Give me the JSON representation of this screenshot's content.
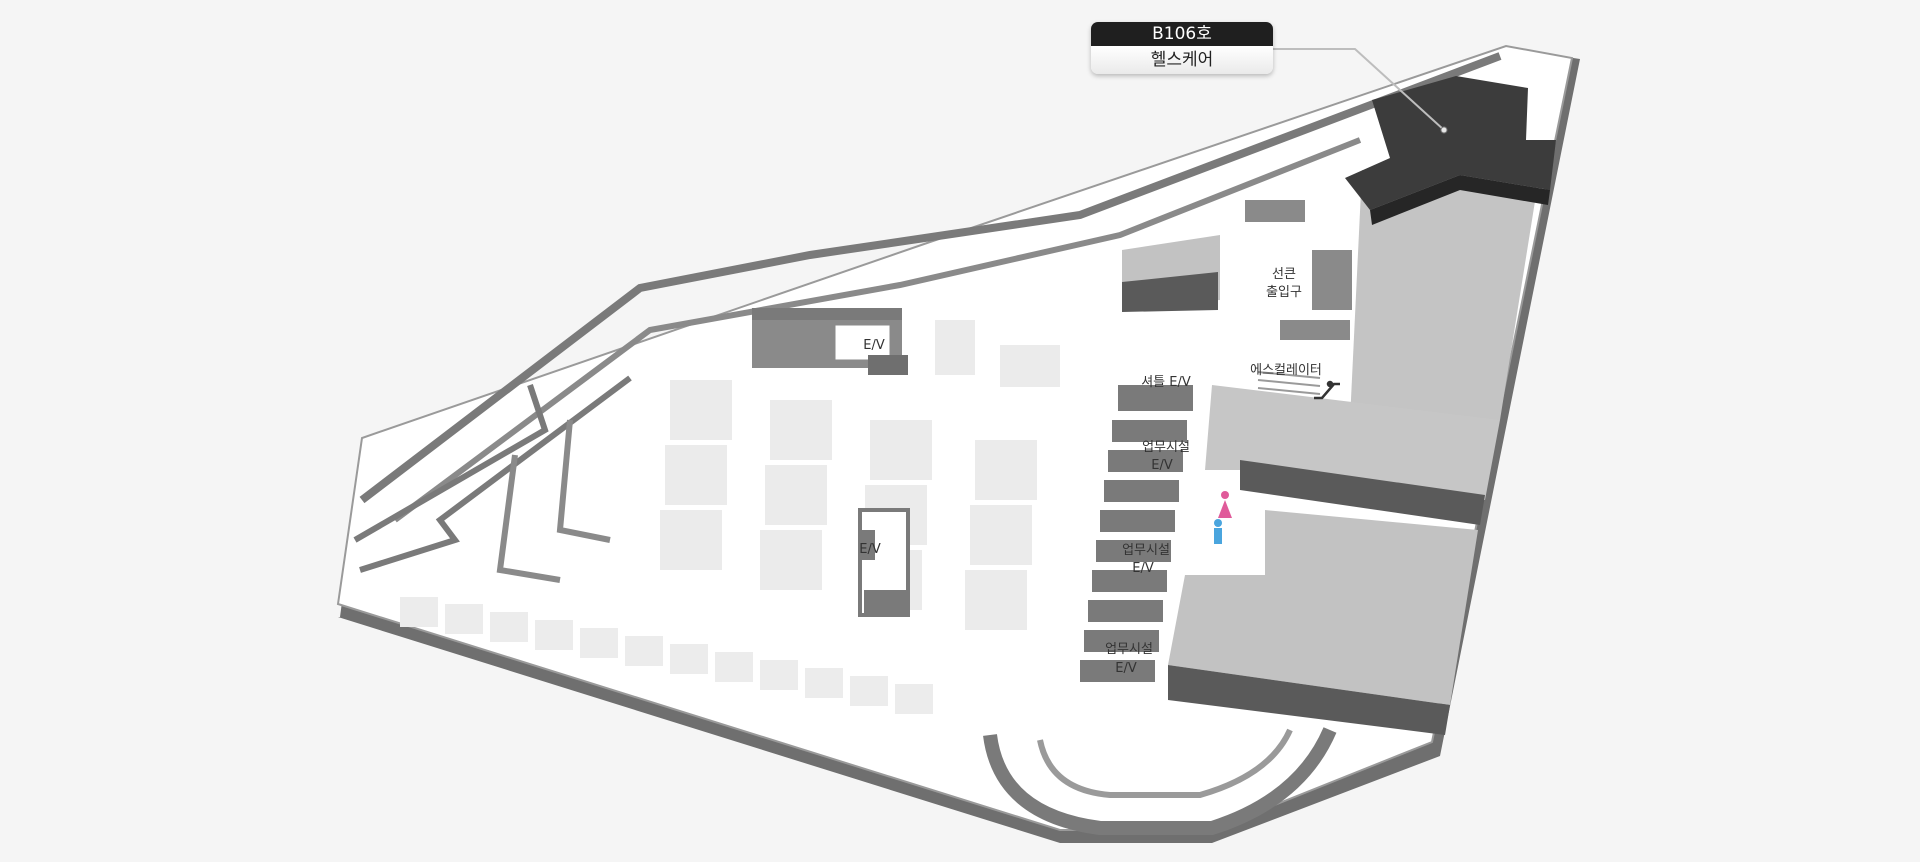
{
  "callout": {
    "unit": "B106호",
    "name": "헬스케어"
  },
  "labels": {
    "ev_top": "E/V",
    "ev_center": "E/V",
    "shuttle_ev": "셔틀 E/V",
    "office_ev_1_line1": "업무시설",
    "office_ev_1_line2": "E/V",
    "office_ev_2_line1": "업무시설",
    "office_ev_2_line2": "E/V",
    "office_ev_3_line1": "업무시설",
    "office_ev_3_line2": "E/V",
    "seonreung_entrance_line1": "선큰",
    "seonreung_entrance_line2": "출입구",
    "escalator": "에스컬레이터"
  },
  "colors": {
    "background": "#f5f5f5",
    "floor": "#ffffff",
    "wall": "#7a7a7a",
    "block_light": "#c4c4c4",
    "block_dark": "#3c3c3c",
    "parking": "#ececec",
    "female_icon": "#e05b9a",
    "male_icon": "#4aa5de"
  },
  "icons": {
    "escalator": "escalator-icon",
    "restroom_female": "female-restroom-icon",
    "restroom_male": "male-restroom-icon",
    "location_pin": "location-dot-icon"
  }
}
